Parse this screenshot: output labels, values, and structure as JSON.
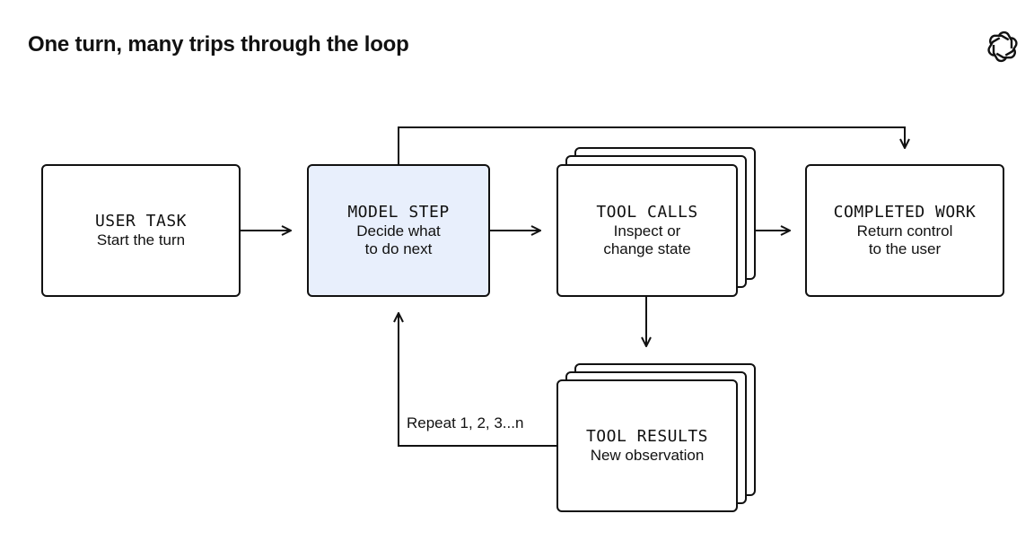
{
  "title": "One turn, many trips through the loop",
  "logo_icon": "openai-logo-icon",
  "colors": {
    "stroke": "#111111",
    "model_fill": "#e8effc",
    "background": "#ffffff"
  },
  "nodes": {
    "user_task": {
      "title": "USER TASK",
      "sub": "Start the turn"
    },
    "model_step": {
      "title": "MODEL STEP",
      "sub": "Decide what\nto do next"
    },
    "tool_calls": {
      "title": "TOOL CALLS",
      "sub": "Inspect or\nchange state"
    },
    "completed_work": {
      "title": "COMPLETED WORK",
      "sub": "Return control\nto the user"
    },
    "tool_results": {
      "title": "TOOL RESULTS",
      "sub": "New observation"
    }
  },
  "loop_label": "Repeat 1, 2, 3...n"
}
